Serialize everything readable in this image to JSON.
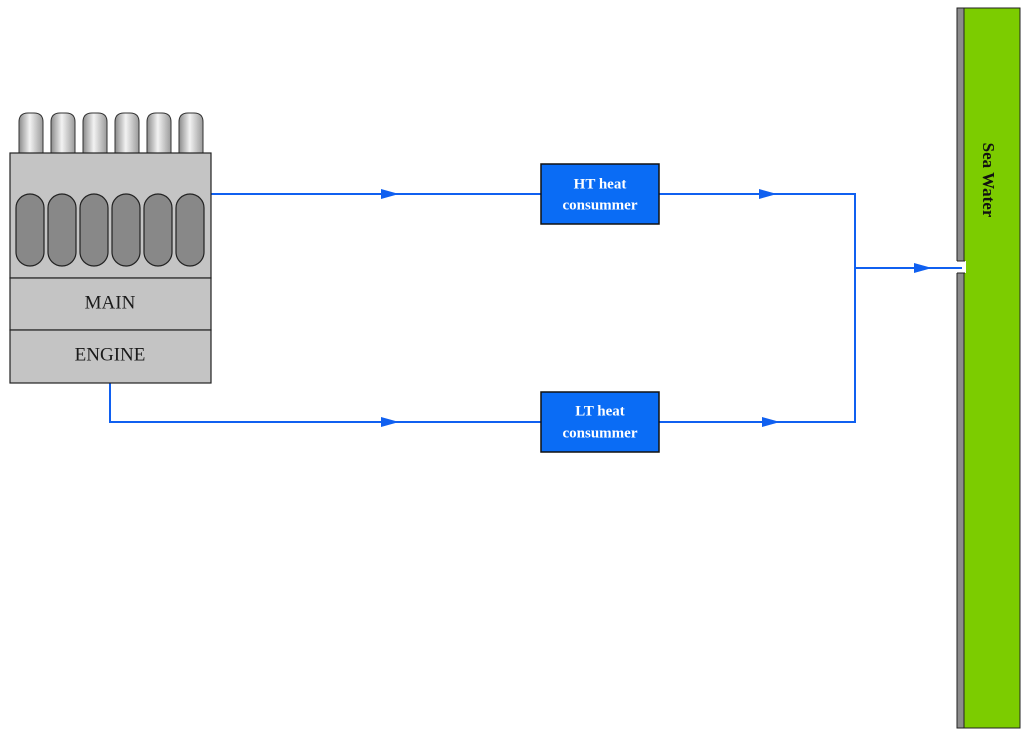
{
  "engine": {
    "label_top": "MAIN",
    "label_bottom": "ENGINE",
    "cylinders": 6
  },
  "ht": {
    "line1": "HT heat",
    "line2": "consummer"
  },
  "lt": {
    "line1": "LT heat",
    "line2": "consummer"
  },
  "sea": {
    "label": "Sea Water"
  },
  "colors": {
    "pipe": "#1060f0",
    "consumer_box": "#0a6cf5",
    "sea_water": "#7ccc00",
    "engine_body": "#c4c4c4",
    "cylinder": "#888888"
  }
}
